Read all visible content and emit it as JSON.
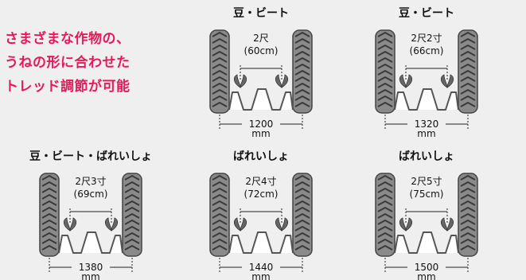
{
  "headline": [
    "さまざまな作物の、",
    "うねの形に合わせた",
    "トレッド調節が可能"
  ],
  "colors": {
    "accent": "#e8185a",
    "tire": "#8a8a8a",
    "ridge": "#555555",
    "leaf": "#666666"
  },
  "panels": [
    {
      "title": "豆・ビート",
      "spacing_label": "2尺",
      "spacing_cm": "(60cm)",
      "tread": "1200",
      "unit": "mm"
    },
    {
      "title": "豆・ビート",
      "spacing_label": "2尺2寸",
      "spacing_cm": "(66cm)",
      "tread": "1320",
      "unit": "mm"
    },
    {
      "title": "豆・ビート・ばれいしょ",
      "spacing_label": "2尺3寸",
      "spacing_cm": "(69cm)",
      "tread": "1380",
      "unit": "mm"
    },
    {
      "title": "ばれいしょ",
      "spacing_label": "2尺4寸",
      "spacing_cm": "(72cm)",
      "tread": "1440",
      "unit": "mm"
    },
    {
      "title": "ばれいしょ",
      "spacing_label": "2尺5寸",
      "spacing_cm": "(75cm)",
      "tread": "1500",
      "unit": "mm"
    }
  ]
}
